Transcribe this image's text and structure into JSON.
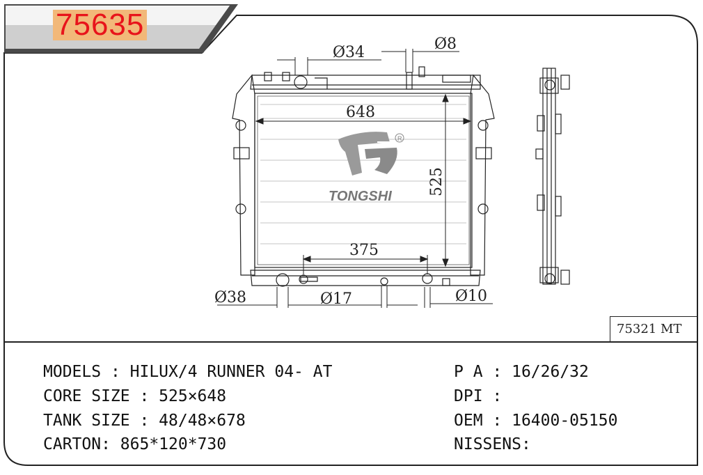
{
  "header": {
    "part_number": "75635",
    "part_number_color": "#e8141b",
    "part_number_bg": "#f2b879"
  },
  "drawing": {
    "dimensions": {
      "inlet_dia": "Ø34",
      "cap_dia": "Ø8",
      "core_width": "648",
      "core_height": "525",
      "outlet_spacing": "375",
      "outlet_dia": "Ø38",
      "oil_cooler_dia": "Ø17",
      "drain_dia": "Ø10"
    },
    "logo": {
      "brand": "TONGSHI",
      "registered": "R"
    },
    "cross_reference": "75321 MT"
  },
  "specs": {
    "models_label": "MODELS",
    "models_value": "HILUX/4 RUNNER 04- AT",
    "core_size_label": "CORE SIZE",
    "core_size_value": "525×648",
    "tank_size_label": "TANK SIZE",
    "tank_size_value": "48/48×678",
    "carton_label": "CARTON",
    "carton_value": "865*120*730",
    "pa_label": "P A",
    "pa_value": "16/26/32",
    "dpi_label": "DPI",
    "dpi_value": "",
    "oem_label": "OEM",
    "oem_value": "16400-05150",
    "nissens_label": "NISSENS",
    "nissens_value": ""
  }
}
